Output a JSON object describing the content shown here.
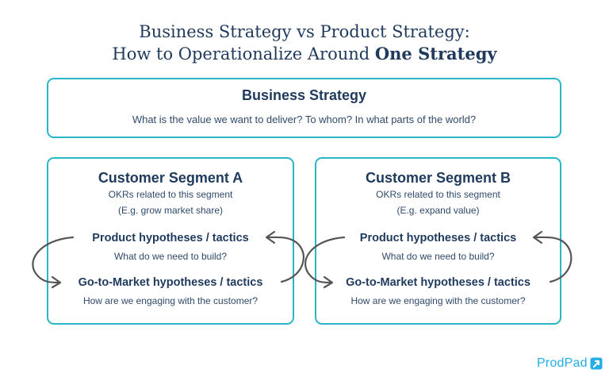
{
  "title": {
    "line1": "Business Strategy vs Product Strategy:",
    "line2_prefix": "How to Operationalize Around ",
    "line2_bold": "One Strategy"
  },
  "business_strategy": {
    "heading": "Business Strategy",
    "question": "What is the value we want to deliver? To whom? In what parts of the world?"
  },
  "segments": [
    {
      "heading": "Customer Segment A",
      "okr_label": "OKRs related to this segment",
      "okr_example": "(E.g. grow market share)",
      "product_heading": "Product hypotheses / tactics",
      "product_question": "What do we need to build?",
      "gtm_heading": "Go-to-Market hypotheses / tactics",
      "gtm_question": "How are we engaging with the customer?"
    },
    {
      "heading": "Customer Segment B",
      "okr_label": "OKRs related to this segment",
      "okr_example": "(E.g. expand value)",
      "product_heading": "Product hypotheses / tactics",
      "product_question": "What do we need to build?",
      "gtm_heading": "Go-to-Market hypotheses / tactics",
      "gtm_question": "How are we engaging with the customer?"
    }
  ],
  "icons": {
    "cycle_arrows": "curved-arrow",
    "logo_mark": "prodpad-logo-icon"
  },
  "brand": {
    "name": "ProdPad",
    "color": "#23aee8"
  },
  "colors": {
    "box_border": "#2bb6c8",
    "heading_text": "#1f3a5c",
    "arrow": "#555555"
  }
}
